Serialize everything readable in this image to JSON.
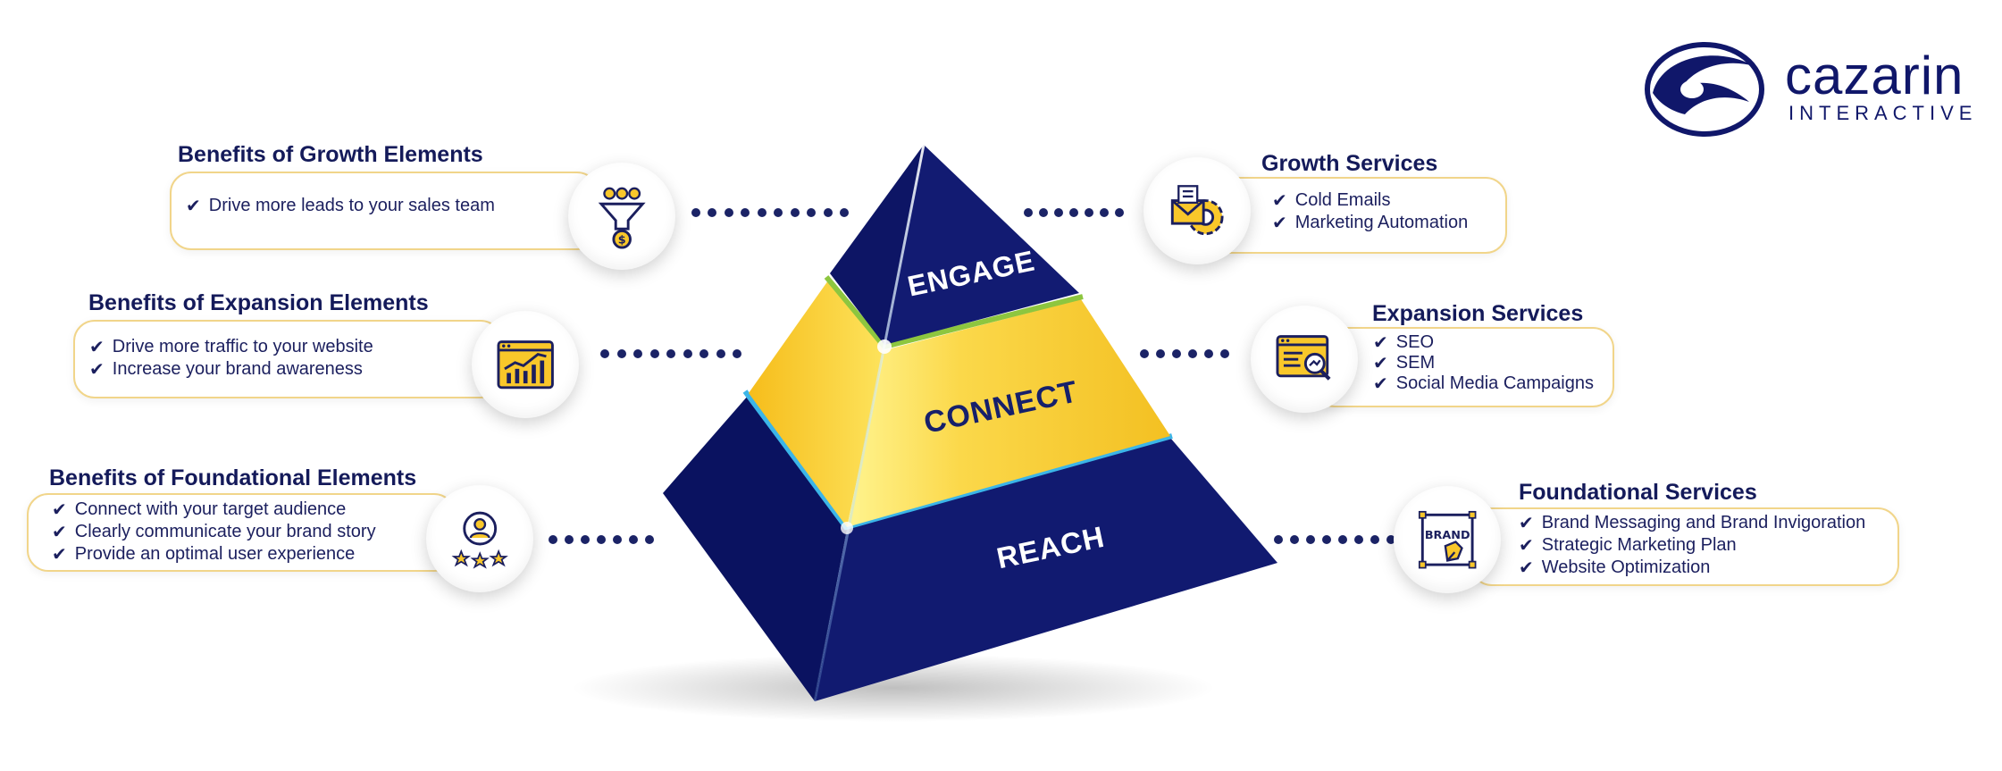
{
  "logo": {
    "word": "cazarin",
    "sub": "INTERACTIVE"
  },
  "pyramid": {
    "top": "ENGAGE",
    "middle": "CONNECT",
    "bottom": "REACH",
    "colors": {
      "navy": "#0f1766",
      "yellow": "#f9c72a",
      "green": "#8dc63f",
      "accent": "#f1d58a"
    }
  },
  "growth_benefits": {
    "title": "Benefits of Growth Elements",
    "items": [
      "Drive more leads to your sales team"
    ],
    "icon": "funnel-people-dollar-icon"
  },
  "expansion_benefits": {
    "title": "Benefits of Expansion Elements",
    "items": [
      "Drive more traffic to your website",
      "Increase your brand awareness"
    ],
    "icon": "growth-chart-window-icon"
  },
  "foundational_benefits": {
    "title": "Benefits of Foundational Elements",
    "items": [
      "Connect with your target audience",
      "Clearly communicate your brand story",
      "Provide an optimal user experience"
    ],
    "icon": "user-rating-stars-icon"
  },
  "growth_services": {
    "title": "Growth Services",
    "items": [
      "Cold Emails",
      "Marketing Automation"
    ],
    "icon": "email-gear-icon"
  },
  "expansion_services": {
    "title": "Expansion Services",
    "items": [
      "SEO",
      "SEM",
      "Social Media Campaigns"
    ],
    "icon": "browser-search-icon"
  },
  "foundational_services": {
    "title": "Foundational Services",
    "items": [
      "Brand Messaging and Brand Invigoration",
      "Strategic Marketing Plan",
      "Website Optimization"
    ],
    "icon": "brand-design-pen-icon",
    "icon_text": "BRAND"
  }
}
